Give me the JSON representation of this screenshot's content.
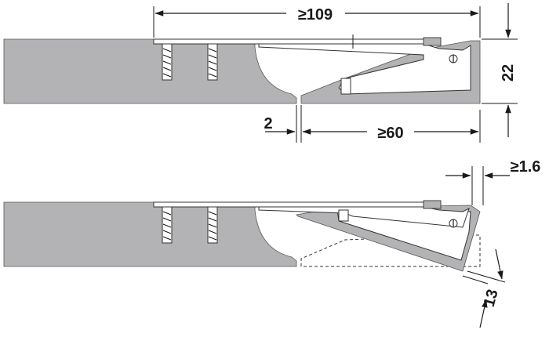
{
  "dimensions": {
    "width_min": "≥109",
    "height": "22",
    "gap": "2",
    "depth_min": "≥60",
    "clearance_min": "≥1.6",
    "flap": "13"
  },
  "colors": {
    "panel": "#b3b3b5",
    "line": "#1a1a1a"
  }
}
